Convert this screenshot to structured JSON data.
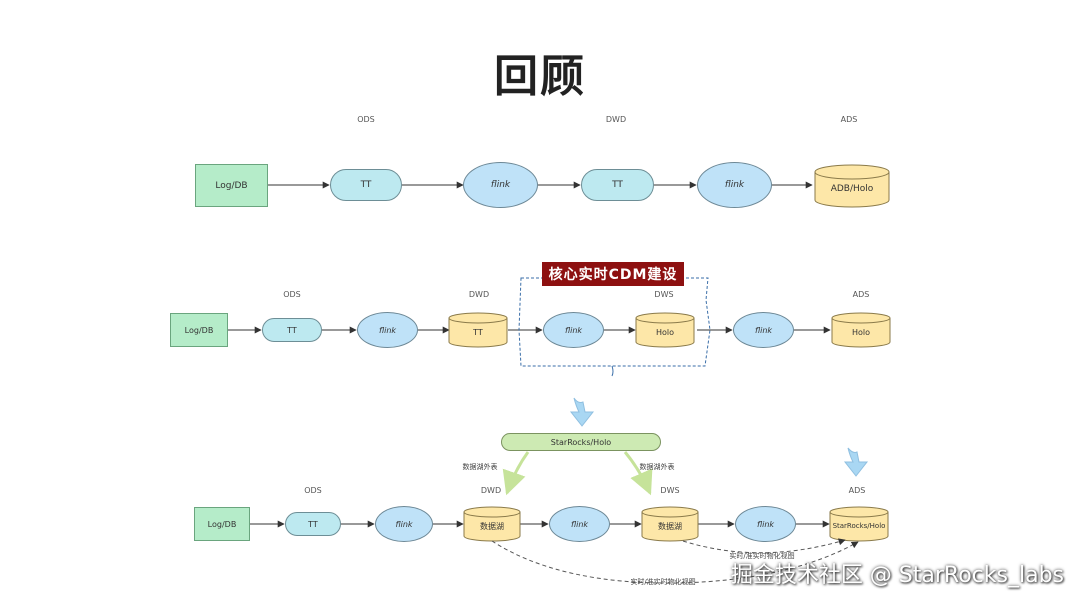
{
  "title": "回顾",
  "banner": "核心实时CDM建设",
  "watermark": "掘金技术社区 @ StarRocks_labs",
  "rows": [
    {
      "layers": [
        "ODS",
        "DWD",
        "ADS"
      ],
      "nodes": [
        "Log/DB",
        "TT",
        "flink",
        "TT",
        "flink",
        "ADB/Holo"
      ]
    },
    {
      "layers": [
        "ODS",
        "DWD",
        "DWS",
        "ADS"
      ],
      "nodes": [
        "Log/DB",
        "TT",
        "flink",
        "TT",
        "flink",
        "Holo",
        "flink",
        "Holo"
      ]
    },
    {
      "layers": [
        "ODS",
        "DWD",
        "DWS",
        "ADS"
      ],
      "nodes": [
        "Log/DB",
        "TT",
        "flink",
        "数据湖",
        "flink",
        "数据湖",
        "flink",
        "StarRocks/Holo"
      ],
      "external": "StarRocks/Holo",
      "external_table_labels": [
        "数据湖外表",
        "数据湖外表"
      ],
      "mv_labels": [
        "实时/准实时物化视图",
        "实时/准实时物化视图"
      ]
    }
  ],
  "colors": {
    "source": "#b5ecc9",
    "queue": "#bde9f0",
    "compute": "#bfe2f8",
    "storage": "#fde7a8",
    "external": "#cdeab3",
    "banner": "#8d1010"
  }
}
